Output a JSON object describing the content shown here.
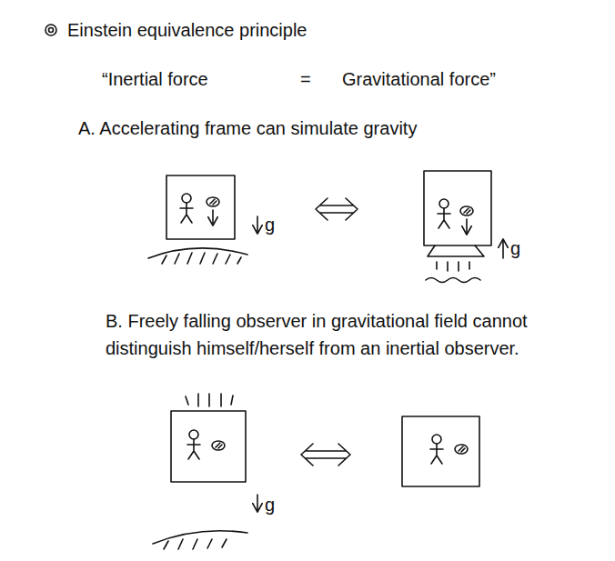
{
  "diagram": {
    "title": "Einstein equivalence principle",
    "labels": [
      "“Inertial force",
      "=",
      "Gravitational force”",
      "A. Accelerating frame can simulate gravity",
      "g",
      "g",
      "B. Freely falling observer in gravitational field cannot distinguish himself/herself from an inertial observer.",
      "g"
    ]
  }
}
